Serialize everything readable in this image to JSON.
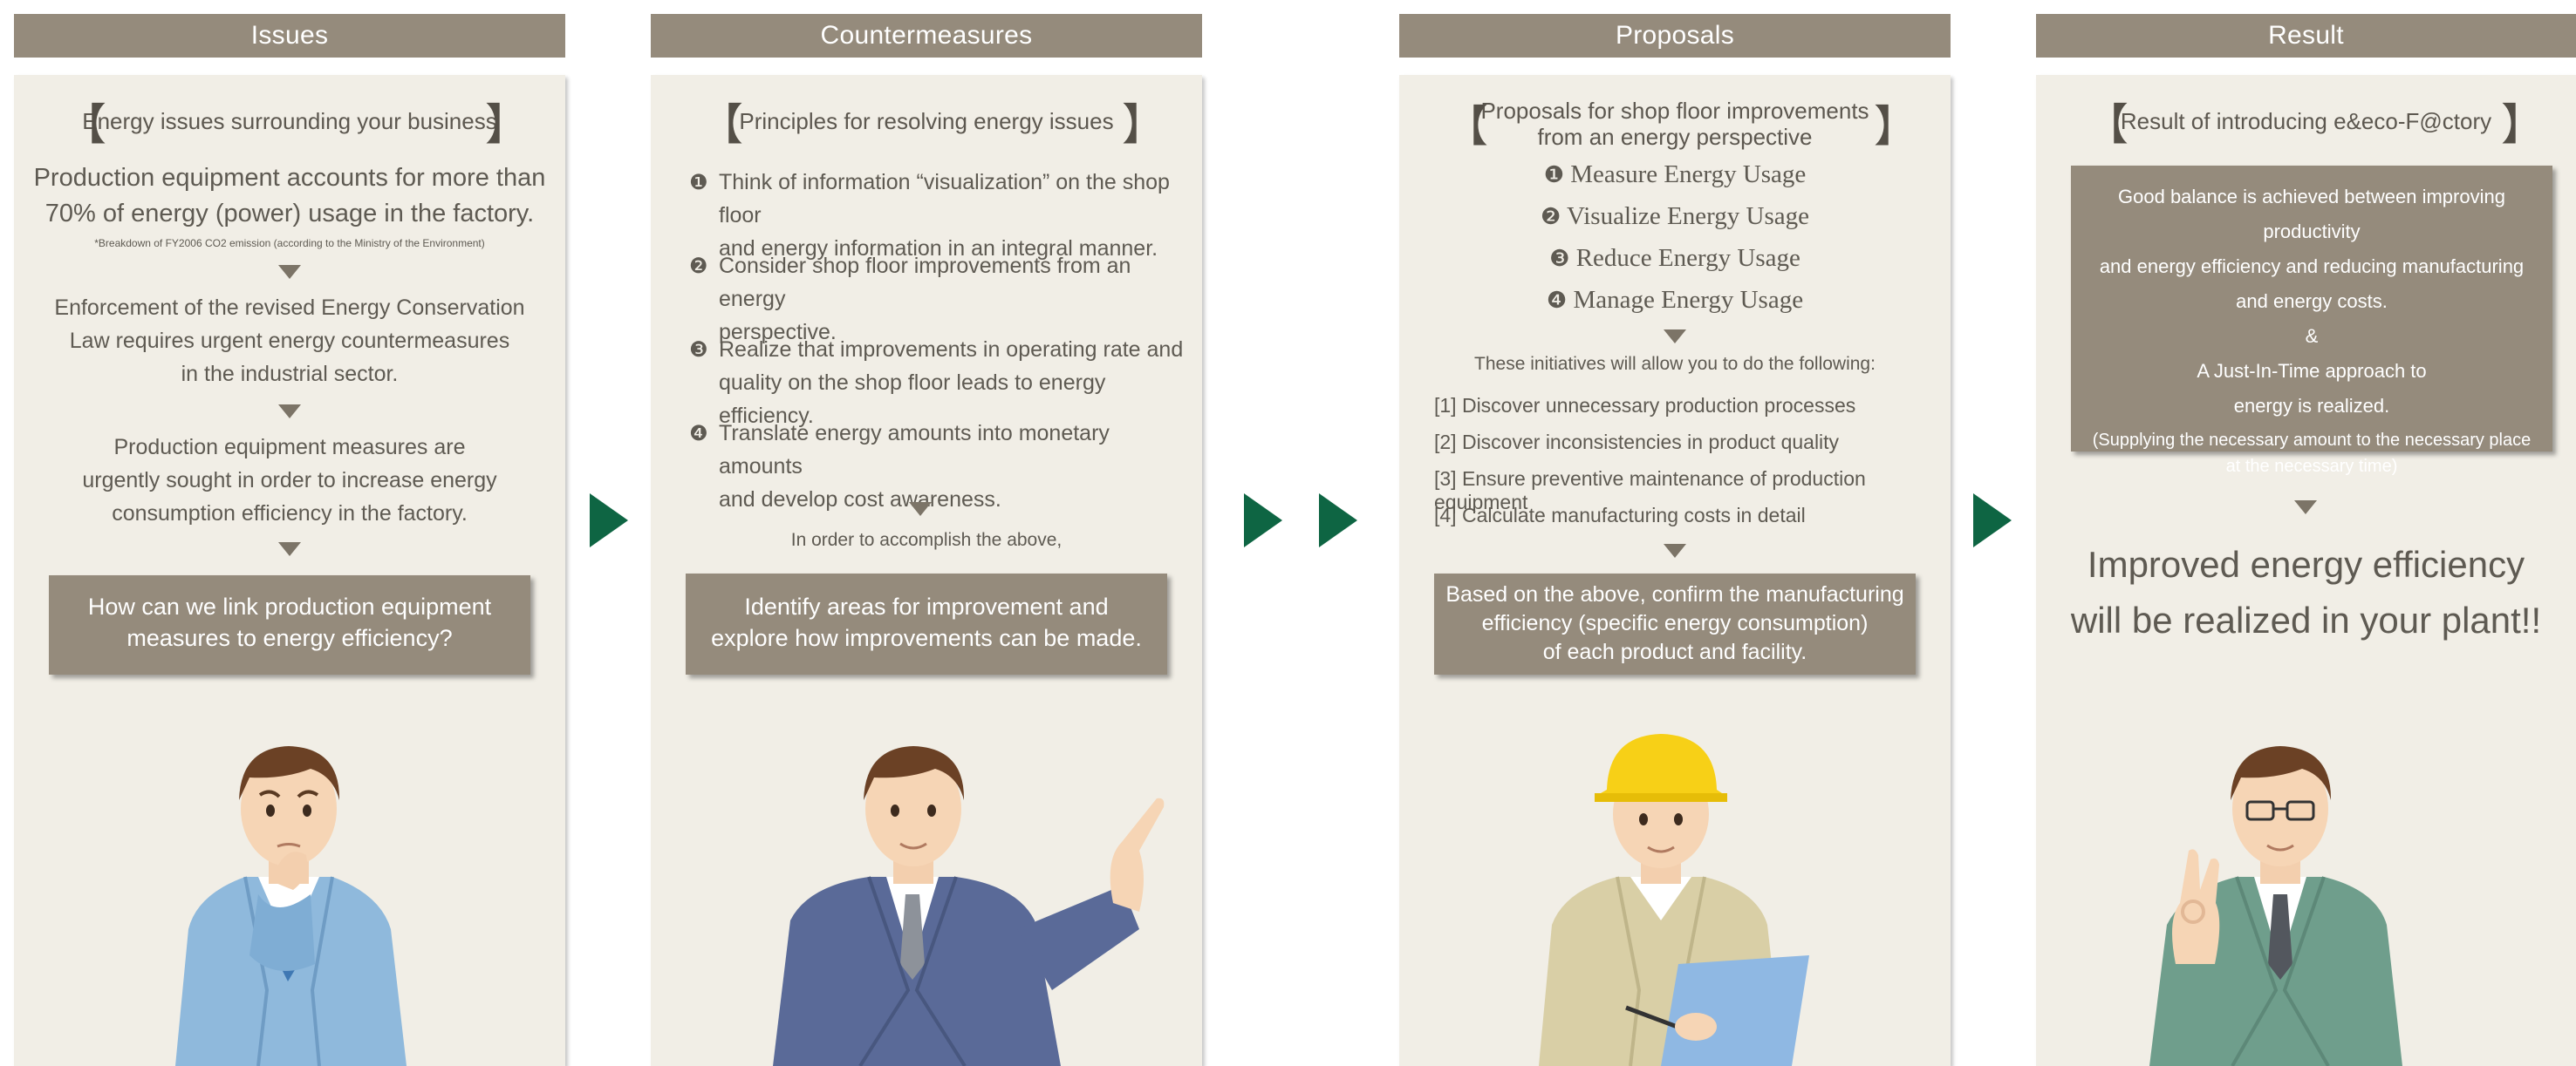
{
  "headers": [
    "Issues",
    "Countermeasures",
    "Proposals",
    "Result"
  ],
  "issues": {
    "subtitle": "Energy issues surrounding your business",
    "p1_l1": "Production equipment accounts for more than",
    "p1_l2": "70% of energy (power) usage in the factory.",
    "note": "*Breakdown of FY2006 CO2 emission (according to the Ministry of the Environment)",
    "p2_l1": "Enforcement of the revised Energy Conservation",
    "p2_l2": "Law requires urgent energy countermeasures",
    "p2_l3": "in the industrial sector.",
    "p3_l1": "Production equipment measures are",
    "p3_l2": "urgently sought in order to increase energy",
    "p3_l3": "consumption efficiency in the factory.",
    "box_l1": "How can we link production equipment",
    "box_l2": "measures to energy efficiency?"
  },
  "countermeasures": {
    "subtitle": "Principles for resolving energy issues",
    "items": [
      {
        "num": "❶",
        "l1": "Think of information “visualization” on the shop floor",
        "l2": "and energy information in an integral manner."
      },
      {
        "num": "❷",
        "l1": "Consider shop floor improvements from an energy",
        "l2": "perspective."
      },
      {
        "num": "❸",
        "l1": "Realize that improvements in operating rate and",
        "l2": "quality on the shop floor leads to energy efficiency."
      },
      {
        "num": "❹",
        "l1": "Translate energy amounts into monetary amounts",
        "l2": "and develop cost awareness."
      }
    ],
    "lead": "In order to accomplish the above,",
    "box_l1": "Identify areas for improvement and",
    "box_l2": "explore how improvements can be made."
  },
  "proposals": {
    "subtitle_l1": "Proposals for shop floor improvements",
    "subtitle_l2": "from an energy perspective",
    "steps": [
      {
        "num": "❶",
        "label": "Measure Energy Usage"
      },
      {
        "num": "❷",
        "label": "Visualize Energy Usage"
      },
      {
        "num": "❸",
        "label": "Reduce Energy Usage"
      },
      {
        "num": "❹",
        "label": "Manage Energy Usage"
      }
    ],
    "lead": "These initiatives will allow you to do the following:",
    "list": [
      "[1] Discover unnecessary production processes",
      "[2] Discover inconsistencies in product quality",
      "[3] Ensure preventive maintenance of production equipment",
      "[4] Calculate manufacturing costs in detail"
    ],
    "box_l1": "Based on the above, confirm the manufacturing",
    "box_l2": "efficiency (specific energy consumption)",
    "box_l3": "of each product and facility."
  },
  "result": {
    "subtitle": "Result of introducing e&eco-F@ctory",
    "box_l1": "Good balance is achieved between improving productivity",
    "box_l2": "and energy efficiency and reducing manufacturing",
    "box_l3": "and energy costs.",
    "box_l4": "&",
    "box_l5": "A Just-In-Time approach to",
    "box_l6": "energy is realized.",
    "box_l7": "(Supplying the necessary amount to the necessary place",
    "box_l8": "at the necessary time)",
    "big_l1": "Improved energy efficiency",
    "big_l2": "will be realized in your plant!!"
  },
  "colors": {
    "header": "#958b7c",
    "panel": "#f1eee6",
    "arrow": "#0e6543",
    "text": "#5e5a52"
  },
  "icons": [
    "arrow-right-icon",
    "triangle-down-icon",
    "thinking-worker-illustration",
    "pointing-businessman-illustration",
    "hardhat-worker-illustration",
    "ok-sign-businessman-illustration"
  ]
}
